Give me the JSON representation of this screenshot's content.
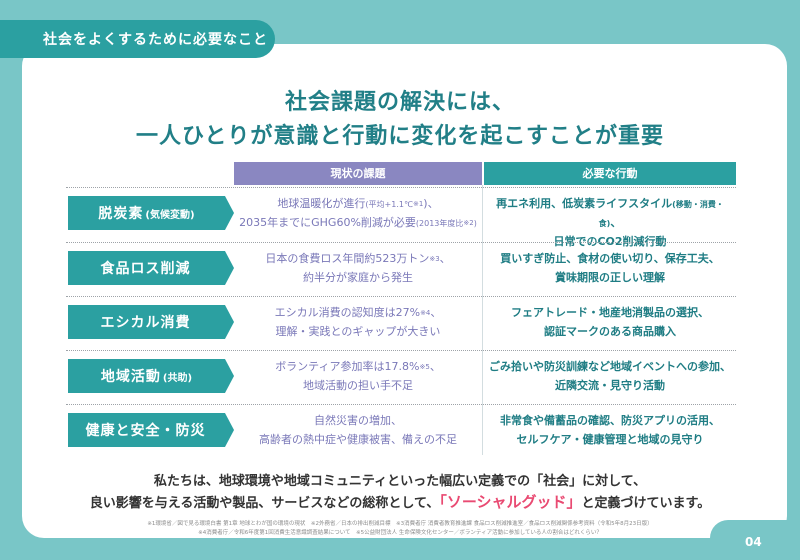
{
  "tab_title": "社会をよくするために必要なこと",
  "headline": {
    "line1": "社会課題の解決には、",
    "line2": "一人ひとりが意識と行動に変化を起こすことが重要"
  },
  "columns": {
    "issue": "現状の課題",
    "action": "必要な行動"
  },
  "rows": [
    {
      "label": "脱炭素",
      "label_small": "(気候変動)",
      "issue_l1a": "地球温暖化が進行",
      "issue_l1b": "(平均+1.1℃",
      "issue_l1sup": "※1",
      "issue_l1c": ")、",
      "issue_l2a": "2035年までにGHG60%削減が必要",
      "issue_l2b": "(2013年度比",
      "issue_l2sup": "※2",
      "issue_l2c": ")",
      "action_l1a": "再エネ利用、低炭素ライフスタイル",
      "action_l1b": "(移動・消費・食)",
      "action_l1c": "、",
      "action_l2": "日常でのCO2削減行動"
    },
    {
      "label": "食品ロス削減",
      "label_small": "",
      "issue_l1a": "日本の食費ロス年間約523万トン",
      "issue_l1b": "",
      "issue_l1sup": "※3",
      "issue_l1c": "、",
      "issue_l2a": "約半分が家庭から発生",
      "issue_l2b": "",
      "issue_l2sup": "",
      "issue_l2c": "",
      "action_l1a": "買いすぎ防止、食材の使い切り、保存工夫、",
      "action_l1b": "",
      "action_l1c": "",
      "action_l2": "賞味期限の正しい理解"
    },
    {
      "label": "エシカル消費",
      "label_small": "",
      "issue_l1a": "エシカル消費の認知度は27%",
      "issue_l1b": "",
      "issue_l1sup": "※4",
      "issue_l1c": "、",
      "issue_l2a": "理解・実践とのギャップが大きい",
      "issue_l2b": "",
      "issue_l2sup": "",
      "issue_l2c": "",
      "action_l1a": "フェアトレード・地産地消製品の選択、",
      "action_l1b": "",
      "action_l1c": "",
      "action_l2": "認証マークのある商品購入"
    },
    {
      "label": "地域活動",
      "label_small": "(共助)",
      "issue_l1a": "ボランティア参加率は17.8%",
      "issue_l1b": "",
      "issue_l1sup": "※5",
      "issue_l1c": "、",
      "issue_l2a": "地域活動の担い手不足",
      "issue_l2b": "",
      "issue_l2sup": "",
      "issue_l2c": "",
      "action_l1a": "ごみ拾いや防災訓練など地域イベントへの参加、",
      "action_l1b": "",
      "action_l1c": "",
      "action_l2": "近隣交流・見守り活動"
    },
    {
      "label": "健康と安全・防災",
      "label_small": "",
      "issue_l1a": "自然災害の増加、",
      "issue_l1b": "",
      "issue_l1sup": "",
      "issue_l1c": "",
      "issue_l2a": "高齢者の熱中症や健康被害、備えの不足",
      "issue_l2b": "",
      "issue_l2sup": "",
      "issue_l2c": "",
      "action_l1a": "非常食や備蓄品の確認、防災アプリの活用、",
      "action_l1b": "",
      "action_l1c": "",
      "action_l2": "セルフケア・健康管理と地域の見守り"
    }
  ],
  "summary": {
    "line1": "私たちは、地球環境や地域コミュニティといった幅広い定義での「社会」に対して、",
    "line2a": "良い影響を与える活動や製品、サービスなどの総称として、",
    "line2b": "「ソーシャルグッド」",
    "line2c": "と定義づけています。"
  },
  "footnotes": {
    "line1": "※1環境省／図で見る環境白書 第1章 地球とわが国の環境の現状　※2外務省／日本の排出削減目標　※3消費者庁 消費者教育推進課 食品ロス削減推進室／食品ロス削減関係参考資料（令和5年8月23日版）",
    "line2": "※4消費者庁／令和6年度第1回消費生活意識調査結果について　※5公益財団法人 生命保険文化センター／ボランティア活動に参加している人の割合はどれくらい？"
  },
  "page_number": "04",
  "colors": {
    "teal": "#2ba0a1",
    "purple": "#8a87c1",
    "pink": "#e94a72",
    "bg": "#79c6c7"
  }
}
